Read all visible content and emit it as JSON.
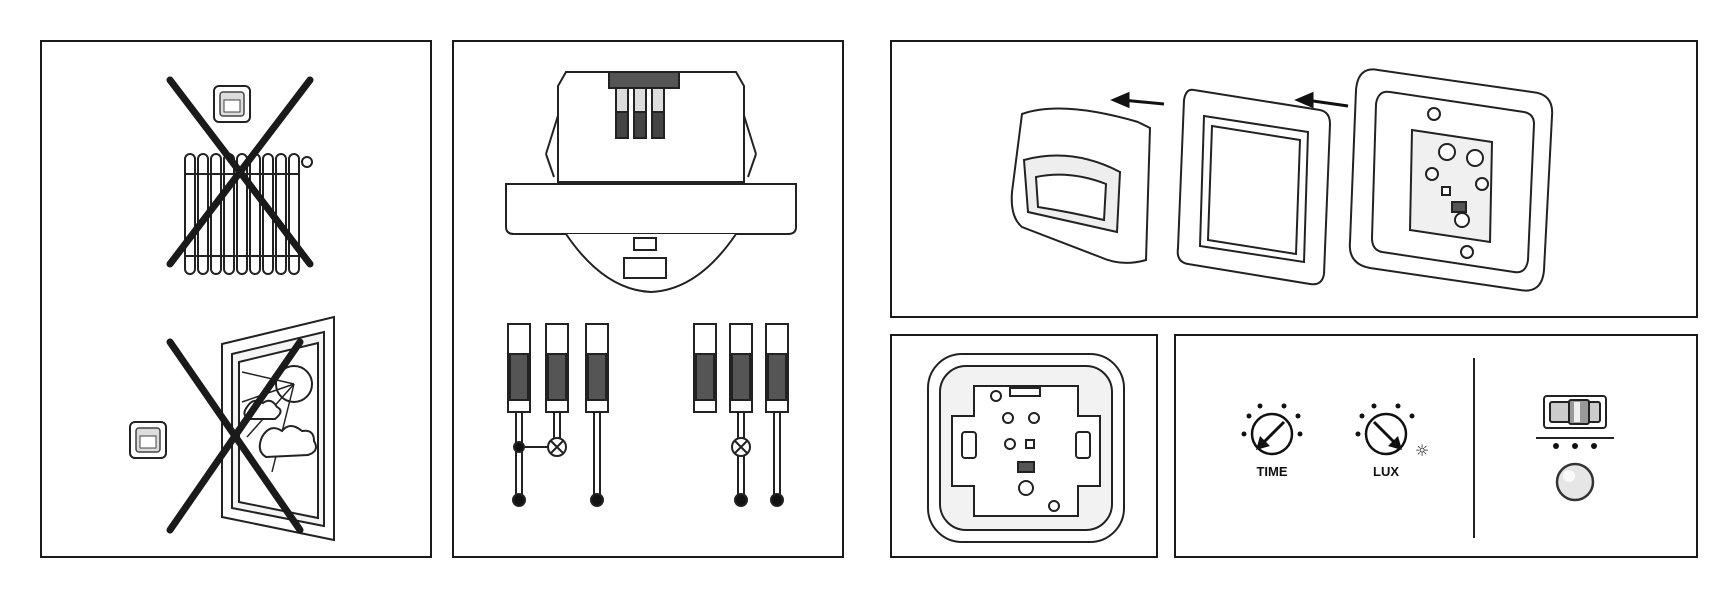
{
  "panels": {
    "placement_warnings": {
      "radiator_crossed": true,
      "window_crossed": true
    },
    "wiring": {
      "sensor_unit": true
    },
    "assembly": {
      "steps": 3
    },
    "controls": {
      "time_dial_label": "TIME",
      "lux_dial_label": "LUX",
      "sun_symbol": "☼"
    }
  },
  "colors": {
    "line": "#1a1a1a",
    "terminal": "#333333",
    "ring": "#777777"
  }
}
